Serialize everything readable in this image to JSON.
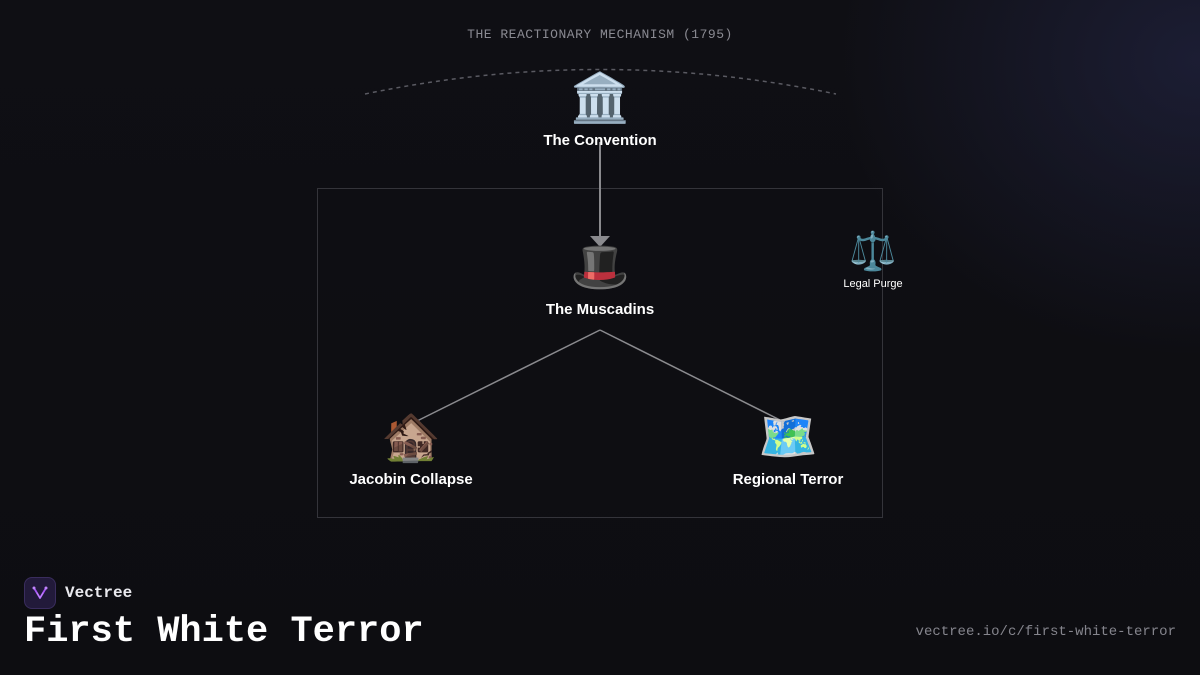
{
  "header": {
    "title": "THE REACTIONARY MECHANISM (1795)"
  },
  "nodes": {
    "convention": {
      "icon": "🏛️",
      "icon_name": "classical-building-icon",
      "label": "The Convention"
    },
    "muscadins": {
      "icon": "🎩",
      "icon_name": "top-hat-icon",
      "label": "The Muscadins"
    },
    "legal_purge": {
      "icon": "⚖️",
      "icon_name": "balance-scale-icon",
      "label": "Legal Purge"
    },
    "jacobin_collapse": {
      "icon": "🏚️",
      "icon_name": "derelict-house-icon",
      "label": "Jacobin Collapse"
    },
    "regional_terror": {
      "icon": "🗺️",
      "icon_name": "world-map-icon",
      "label": "Regional Terror"
    }
  },
  "edges": [
    {
      "from": "The Convention",
      "to": "The Muscadins",
      "style": "arrow"
    },
    {
      "from": "The Muscadins",
      "to": "Jacobin Collapse",
      "style": "line"
    },
    {
      "from": "The Muscadins",
      "to": "Regional Terror",
      "style": "line"
    }
  ],
  "footer": {
    "brand_name": "Vectree",
    "title": "First White Terror",
    "url": "vectree.io/c/first-white-terror"
  },
  "colors": {
    "background": "#0e0e12",
    "connector": "#8a8a8e",
    "frame": "#34343a",
    "brand_accent": "#a855f7"
  }
}
